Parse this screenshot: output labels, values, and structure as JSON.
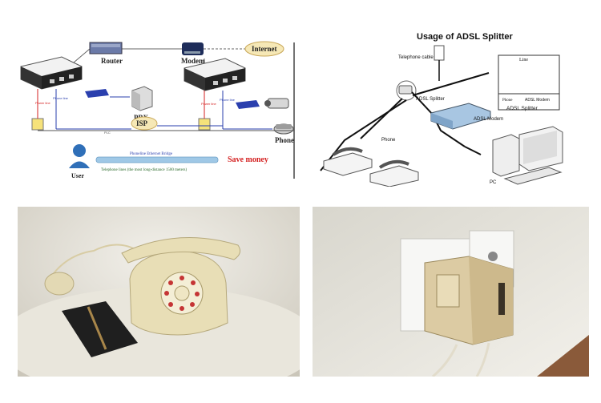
{
  "collage": {
    "panel1": {
      "router_label": "Router",
      "modem_label": "Modem",
      "internet_label": "Internet",
      "pbx_label": "PBX",
      "isp_label": "ISP",
      "phone_label": "Phone",
      "user_label": "User",
      "plc_label": "PLC",
      "power_line_left": "Power line",
      "phone_line_left": "Phone line",
      "power_line_right": "Power line",
      "phone_line_right": "Phone line",
      "bridge_label": "Phoneline Ethernet Bridge",
      "telephone_lines_label": "Telephone lines (the most long-distance 1500 meters)",
      "save_money_label": "Save money",
      "colors": {
        "accent_red": "#d42020",
        "line_blue": "#2a3fae",
        "bridge_blue": "#9fc8e6"
      }
    },
    "panel2": {
      "title": "Usage of ADSL Splitter",
      "telephone_cable_label": "Telephone cable",
      "adsl_splitter_label": "ADSL Splitter",
      "line_label": "Line",
      "phone_small_label": "Phone",
      "adsl_modem_small_label": "ADSL Modem",
      "adsl_splitter_box_label": "ADSL Splitter",
      "adsl_modem_label": "ADSL Modem",
      "phone_label": "Phone",
      "pc_label": "PC"
    },
    "panel3": {
      "description_icon": "rotary-telephone-photo"
    },
    "panel4": {
      "description_icon": "wall-socket-splitter-photo"
    }
  }
}
